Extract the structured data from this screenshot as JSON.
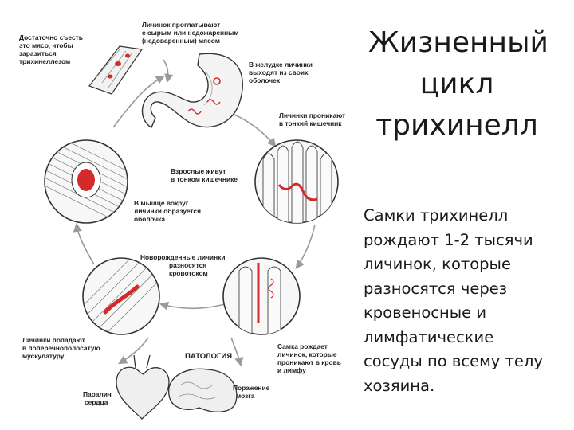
{
  "slide": {
    "title_lines": [
      "Жизненный",
      "цикл",
      "трихинелл"
    ],
    "body_lines": [
      "Самки трихинелл",
      "рождают 1-2 тысячи",
      "личинок, которые",
      "разносятся через",
      "кровеносные и",
      "лимфатические",
      "сосуды по всему телу",
      "хозяина."
    ]
  },
  "diagram": {
    "labels": {
      "eat_meat": [
        "Достаточно съесть",
        "это мясо, чтобы",
        "заразиться",
        "трихинеллезом"
      ],
      "swallow": [
        "Личинок проглатывают",
        "с сырым или недожаренным",
        "(недоваренным) мясом"
      ],
      "stomach": [
        "В желудке личинки",
        "выходят из своих",
        "оболочек"
      ],
      "intestine": [
        "Личинки проникают",
        "в тонкий кишечник"
      ],
      "adults": [
        "Взрослые живут",
        "в тонком кишечнике"
      ],
      "capsule": [
        "В мышце вокруг",
        "личинки образуется",
        "оболочка"
      ],
      "newborn": [
        "Новорожденные личинки",
        "разносятся",
        "кровотоком"
      ],
      "muscle": [
        "Личинки попадают",
        "в поперечнополосатую",
        "мускулатуру"
      ],
      "pathology": "ПАТОЛОГИЯ",
      "female": [
        "Самка рождает",
        "личинок, которые",
        "проникают в кровь",
        "и лимфу"
      ],
      "heart": [
        "Паралич",
        "сердца"
      ],
      "brain": [
        "Поражение",
        "мозга"
      ]
    },
    "colors": {
      "red": "#d42a2a",
      "ink": "#333333",
      "arrow": "#9a9a9a"
    }
  }
}
